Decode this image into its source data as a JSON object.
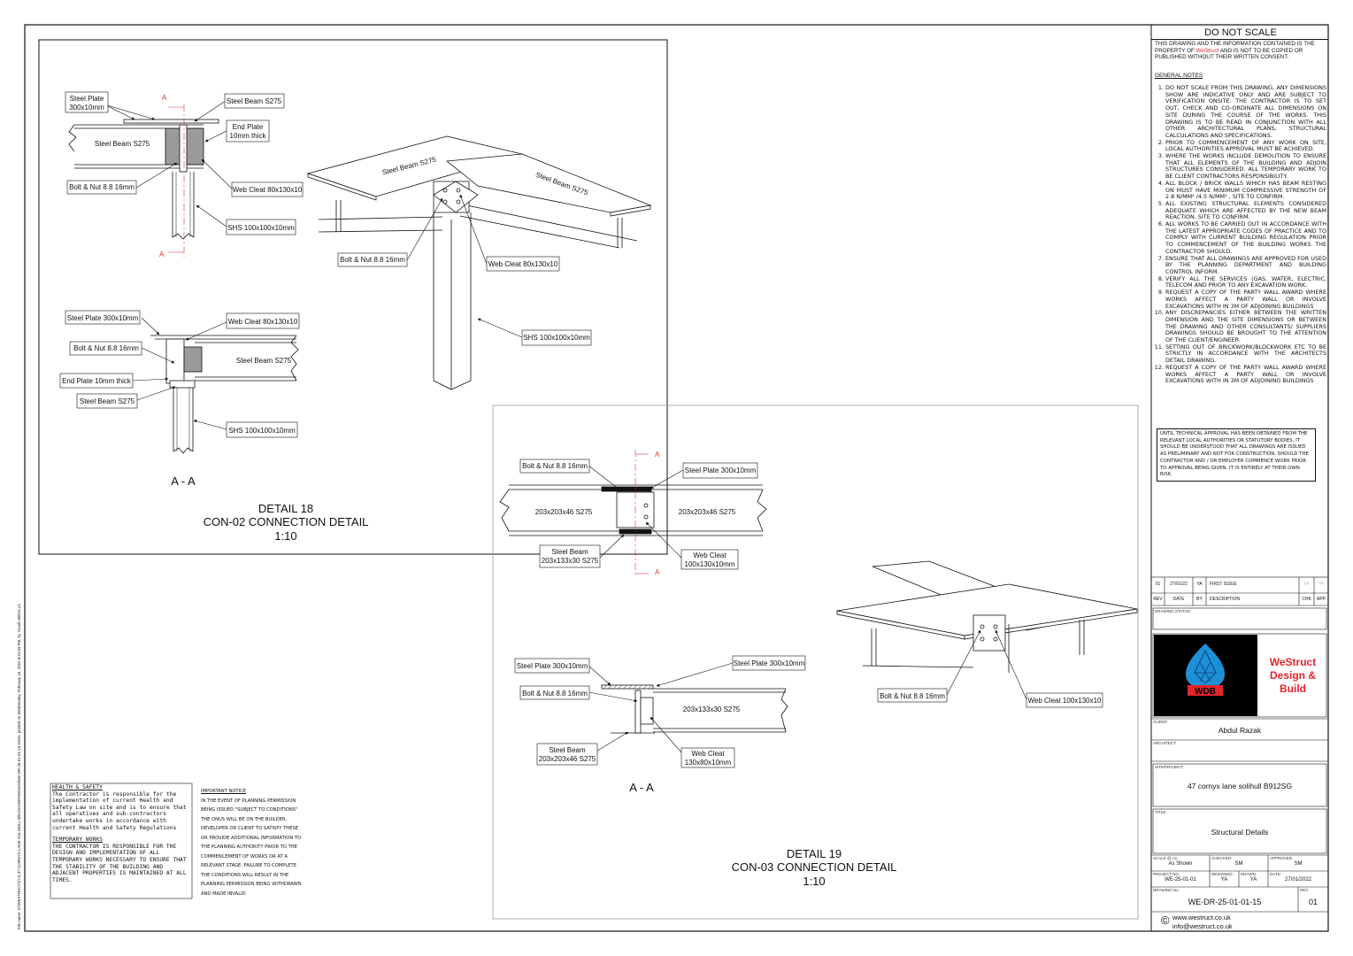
{
  "sheet": {
    "side_path": "File name: D:\\WESTRUCT\\(Y1) 47 CORNYX LANE SOLIHULL B912SG\\DRAWINGS\\WE-DR-25-01-01-15.DWG, printed on Wednesday, February 16, 2022 8:22:59 PM, by Yousif ABDALLA"
  },
  "detail18": {
    "section_label": "A - A",
    "title_line1": "DETAIL 18",
    "title_line2": "CON-02 CONNECTION DETAIL",
    "scale": "1:10",
    "section_mark": "A",
    "elev": {
      "plate": "Steel Plate\n300x10mm",
      "beam_top": "Steel Beam S275",
      "end_plate": "End Plate\n10mm thick",
      "beam_left": "Steel Beam S275",
      "bolt": "Bolt & Nut 8.8 16mm",
      "web_cleat": "Web Cleat 80x130x10",
      "shs": "SHS 100x100x10mm"
    },
    "iso": {
      "beam_a": "Steel Beam S275",
      "beam_b": "Steel Beam S275",
      "bolt": "Bolt & Nut 8.8 16mm",
      "web_cleat": "Web Cleat 80x130x10",
      "shs": "SHS 100x100x10mm"
    },
    "section": {
      "plate": "Steel Plate 300x10mm",
      "web_cleat": "Web Cleat 80x130x10",
      "bolt": "Bolt & Nut 8.8 16mm",
      "beam_right": "Steel Beam S275",
      "end_plate": "End Plate 10mm thick",
      "beam_left": "Steel Beam S275",
      "shs": "SHS 100x100x10mm"
    }
  },
  "detail19": {
    "section_label": "A - A",
    "title_line1": "DETAIL 19",
    "title_line2": "CON-03 CONNECTION DETAIL",
    "scale": "1:10",
    "section_mark": "A",
    "elev": {
      "bolt": "Bolt & Nut 8.8 16mm",
      "plate": "Steel Plate 300x10mm",
      "beam_left": "203x203x46 S275",
      "beam_right": "203x203x46 S275",
      "steel_beam": "Steel Beam\n203x133x30 S275",
      "web_cleat": "Web Cleat\n100x130x10mm"
    },
    "section": {
      "plate_left": "Steel Plate 300x10mm",
      "plate_right": "Steel Plate 300x10mm",
      "bolt": "Bolt & Nut 8.8 16mm",
      "beam": "203x133x30 S275",
      "steel_beam": "Steel Beam\n203x203x46 S275",
      "web_cleat": "Web Cleat\n130x80x10mm"
    },
    "iso": {
      "bolt": "Bolt & Nut 8.8 16mm",
      "web_cleat": "Web Cleat 100x130x10"
    }
  },
  "health_safety": {
    "heading": "HEALTH & SAFETY",
    "body": "The Contractor is responsible for the implementation of current Health and Safety Law on site and is to ensure that all operatives and sub-contractors undertake works in accordance with current Health and Safety Regulations",
    "temp_heading": "TEMPORARY WORKS",
    "temp_body": "THE CONTRACTOR IS RESPONSIBLE FOR THE DESIGN AND IMPLEMENTATION OF ALL TEMPORARY WORKS NECESSARY TO ENSURE THAT THE STABILITY OF THE BUILDING AND ADJACENT PROPERTIES IS MAINTAINED AT ALL TIMES."
  },
  "important_notice": {
    "heading": "IMPORTANT NOTICE",
    "body": "IN THE EVENT OF PLANNING PERMISSION BEING ISSUED \"SUBJECT TO CONDITIONS\" THE ONUS WILL BE ON THE BUILDER, DEVELOPER OR CLIENT TO SATISFY THESE OR PROVIDE ADDITIONAL INFORMATION TO THE PLANNING AUTHORITY PRIOR TO THE COMMENCEMENT OF WORKS OR AT A RELEVANT STAGE. FAILURE TO COMPLETE THE CONDITIONS WILL RESULT IN THE PLANNING PERMISSION BEING WITHDRAWN AND MADE INVALID"
  },
  "panel": {
    "do_not_scale": "DO NOT SCALE",
    "property_pre": "THIS DRAWING AND THE INFORMATION CONTAINED IS THE PROPERTY OF ",
    "property_brand": "WeStruct",
    "property_post": " AND IS NOT TO BE COPIED OR PUBLISHED WITHOUT THEIR WRITTEN CONSENT.",
    "general_notes_heading": "GENERAL NOTES",
    "notes": [
      "DO NOT SCALE FROM THIS DRAWING, ANY DIMENSIONS SHOW ARE INDICATIVE ONLY AND ARE SUBJECT TO VERIFICATION ONSITE. THE CONTRACTOR IS TO SET OUT, CHECK AND CO-ORDINATE ALL DIMENSIONS ON SITE DURING THE COURSE OF THE WORKS. THIS DRAWING IS TO BE READ IN CONJUNCTION WITH ALL OTHER ARCHITECTURAL PLANS, STRUCTURAL CALCULATIONS AND SPECIFICATIONS.",
      "PRIOR TO COMMENCEMENT OF ANY WORK ON SITE, LOCAL AUTHORITIES APPROVAL MUST BE ACHIEVED.",
      "WHERE THE WORKS INCLUDE DEMOLITION TO ENSURE THAT ALL ELEMENTS OF THE BUILDING AND ADJOIN STRUCTURES CONSIDERED. ALL TEMPORARY WORK TO BE CLIENT CONTRACTORS RESPONSIBILITY.",
      "ALL BLOCK / BRICK WALLS WHICH HAS BEAM RESTING ON MUST HAVE MINIMUM COMPRESSIVE STRENGTH OF 2.8 N/MM² /4.5 N/MM² , SITE TO CONFIRM.",
      "ALL EXISTING STRUCTURAL ELEMENTS CONSIDERED ADEQUATE WHICH ARE AFFECTED BY THE NEW BEAM REACTION. SITE TO CONFIRM.",
      "ALL WORKS TO BE CARRIED OUT IN ACCORDANCE WITH THE LATEST APPROPRIATE CODES OF PRACTICE AND TO COMPLY WITH CURRENT BUILDING REGULATION PRIOR TO COMMENCEMENT OF THE BUILDING WORKS THE CONTRACTOR SHOULD.",
      "ENSURE THAT ALL DRAWINGS ARE APPROVED FOR USED BY THE PLANNING DEPARTMENT AND BUILDING CONTROL INFORM.",
      "VERIFY ALL THE SERVICES (GAS, WATER, ELECTRIC, TELECOM AND PRIOR TO ANY EXCAVATION WORK.",
      "REQUEST A COPY OF THE PARTY WALL AWARD WHERE WORKS AFFECT A PARTY WALL OR INVOLVE EXCAVATIONS WITH IN 3M OF ADJOINING BUILDINGS",
      "ANY DISCREPANCIES EITHER BETWEEN THE WRITTEN DIMENSION AND THE SITE DIMENSIONS OR BETWEEN THE DRAWING AND OTHER CONSULTANTS/ SUPPLIERS DRAWINGS SHOULD BE BROUGHT TO THE ATTENTION OF THE CLIENT/ENGINEER.",
      "SETTING OUT OF BRICKWORK/BLOCKWORK ETC TO BE STRICTLY IN ACCORDANCE WITH THE ARCHITECTS DETAIL DRAWING.",
      "REQUEST A COPY OF THE PARTY WALL AWARD WHERE WORKS AFFECT A PARTY WALL OR INVOLVE EXCAVATIONS WITH IN 3M OF ADJOINING BUILDINGS"
    ],
    "approval_box": "UNTIL TECHNICAL APPROVAL HAS BEEN OBTAINED FROM THE RELEVANT LOCAL AUTHORITIES OR STATUTORY BODIES, IT SHOULD BE UNDERSTOOD THAT ALL DRAWINGS ARE ISSUED AS PRELIMINARY AND NOT FOR CONSTRUCTION. SHOULD THE CONTRACTOR AND / OR EMPLOYER COMMENCE WORK PRIOR TO APPROVAL BEING GIVEN, IT IS ENTIRELY AT THEIR OWN RISK.",
    "rev_row": {
      "rev": "01",
      "date": "27/01/22",
      "by": "YA",
      "desc": "FIRST ISSUE",
      "chk": "YA",
      "app": "YA"
    },
    "rev_headers": {
      "rev": "REV",
      "date": "DATE",
      "by": "BY",
      "desc": "DESCRIPTION",
      "chk": "CHK",
      "app": "APP"
    },
    "drawing_status_label": "DRAWING STATUS:",
    "logo_text": "WDB",
    "brand_line1": "WeStruct",
    "brand_line2": "Design &",
    "brand_line3": "Build",
    "client_label": "CLIENT:",
    "client": "Abdul Razak",
    "architect_label": "ARCHITECT:",
    "site_label": "SITE/PROJECT:",
    "site": "47 cornyx lane solihull B912SG",
    "title_label": "TITLE:",
    "title": "Structural Details",
    "scale_label": "SCALE @ A1:",
    "scale": "As Shown",
    "checked_label": "CHECKED:",
    "checked": "SM",
    "approved_label": "APPROVED:",
    "approved": "SM",
    "project_no_label": "PROJECT NO.",
    "project_no": "WE-25-01-01",
    "designed_label": "DESIGNED:",
    "designed": "YA",
    "drawn_label": "DRAWN:",
    "drawn": "YA",
    "date_label": "DATE:",
    "date": "27/01/2022",
    "drawing_no_label": "DRAWING No.",
    "drawing_no": "WE-DR-25-01-01-15",
    "rev_label": "REV.",
    "rev": "01",
    "copyright": "©",
    "web": "www.westruct.co.uk",
    "email": "info@westruct.co.uk"
  },
  "colors": {
    "brand_red": "#e3242b",
    "logo_blue": "#1e90d8",
    "logo_bg": "#000000"
  }
}
